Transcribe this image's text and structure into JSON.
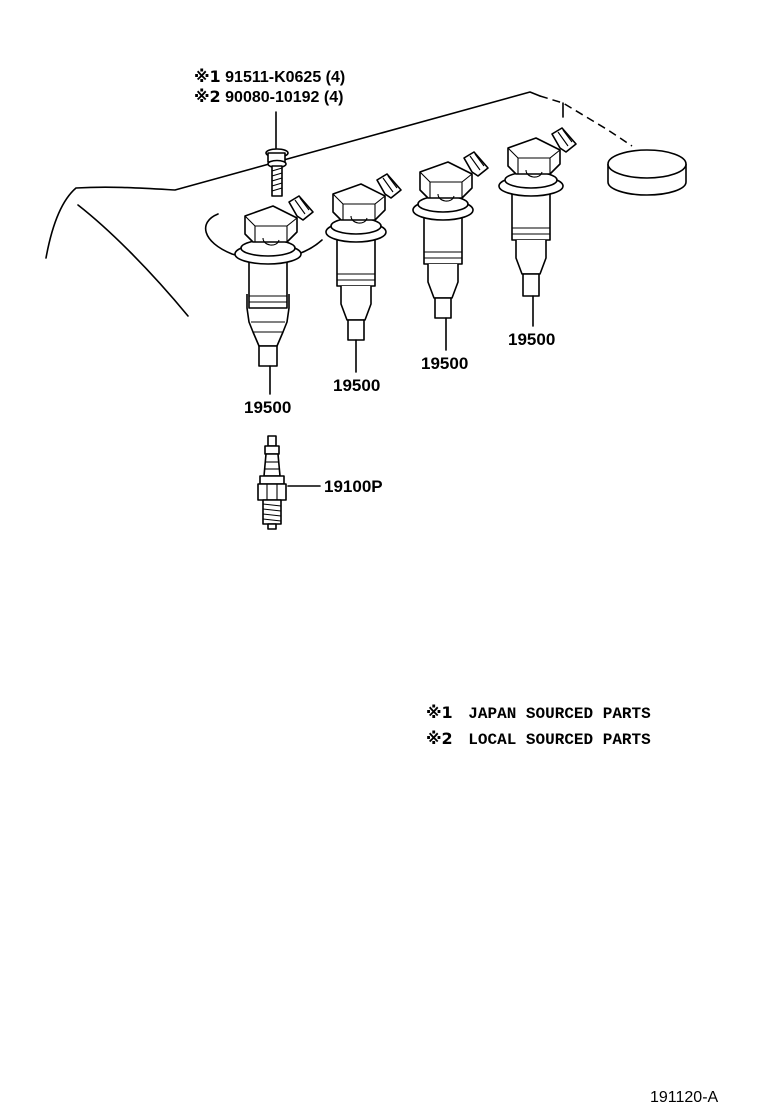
{
  "diagram": {
    "bolt_callout": [
      {
        "marker": "※1",
        "part_number": "91511-K0625 (4)"
      },
      {
        "marker": "※2",
        "part_number": "90080-10192 (4)"
      }
    ],
    "coils": [
      {
        "part_number": "19500"
      },
      {
        "part_number": "19500"
      },
      {
        "part_number": "19500"
      },
      {
        "part_number": "19500"
      }
    ],
    "spark_plug": {
      "part_number": "19100P"
    },
    "legend": [
      {
        "marker": "※1",
        "text": "JAPAN SOURCED PARTS"
      },
      {
        "marker": "※2",
        "text": "LOCAL SOURCED PARTS"
      }
    ],
    "figure_code": "191120-A"
  }
}
